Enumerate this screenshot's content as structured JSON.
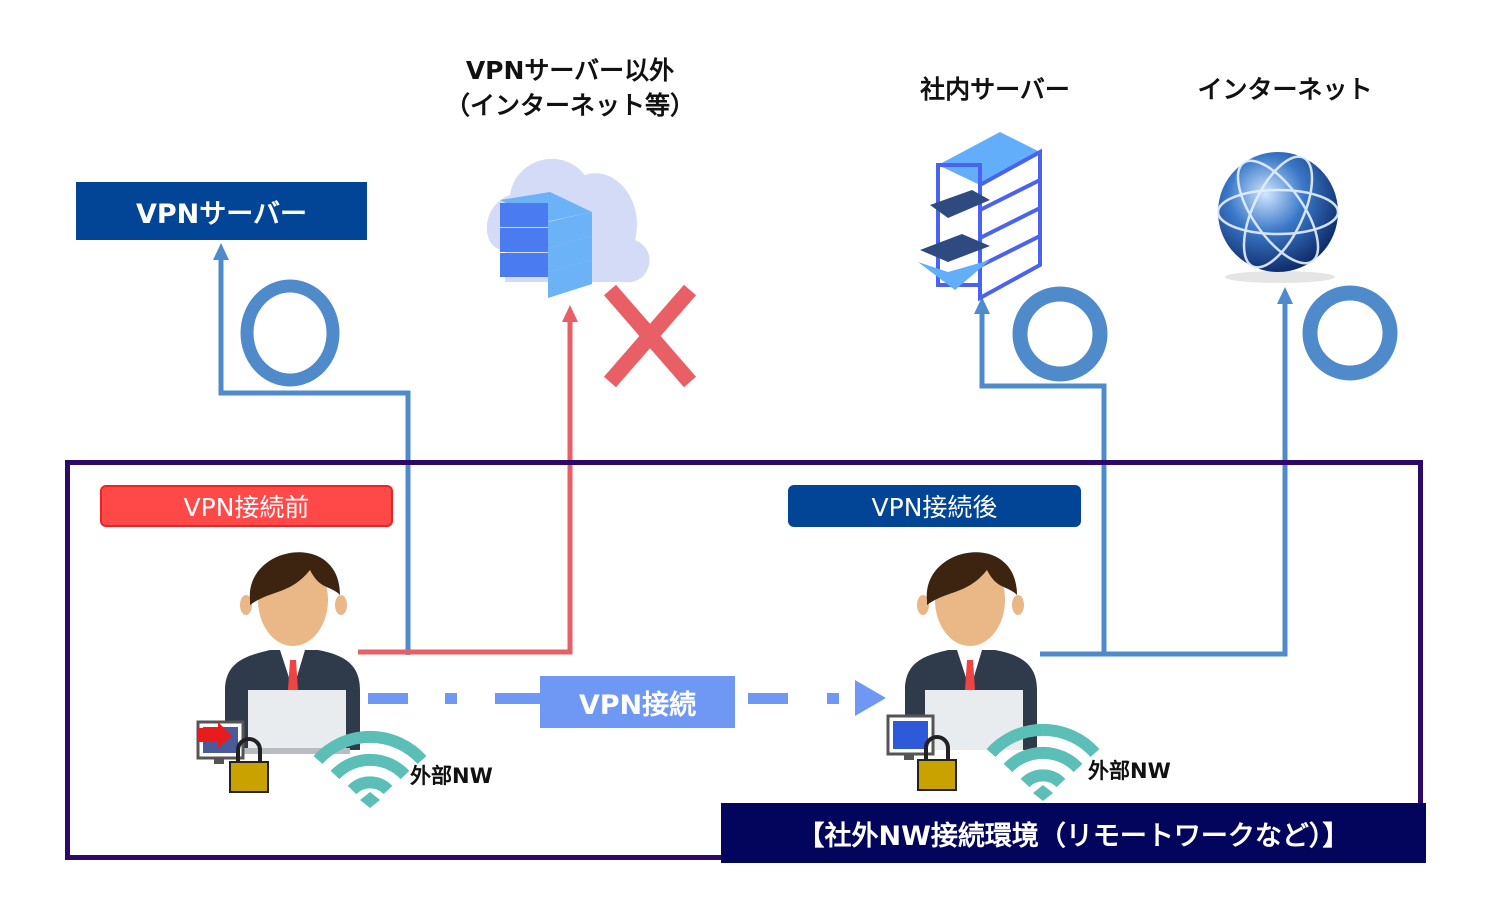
{
  "targets": {
    "vpn_server": "VPNサーバー",
    "non_vpn_line1": "VPNサーバー以外",
    "non_vpn_line2": "（インターネット等）",
    "internal_server": "社内サーバー",
    "internet": "インターネット"
  },
  "states": {
    "before": "VPN接続前",
    "after": "VPN接続後",
    "connection": "VPN接続"
  },
  "network_label": "外部NW",
  "environment_label": "【社外NW接続環境（リモートワークなど）】",
  "results": {
    "vpn_server": "allowed",
    "non_vpn": "blocked",
    "internal_server": "allowed",
    "internet": "allowed"
  },
  "colors": {
    "allowed_line": "#4f8bcb",
    "blocked_line": "#e85f66",
    "navy": "#024495",
    "frame": "#2d0a6a",
    "before_badge": "#ff4949",
    "connection": "#6f98f5",
    "wifi": "#5bbfb8"
  }
}
